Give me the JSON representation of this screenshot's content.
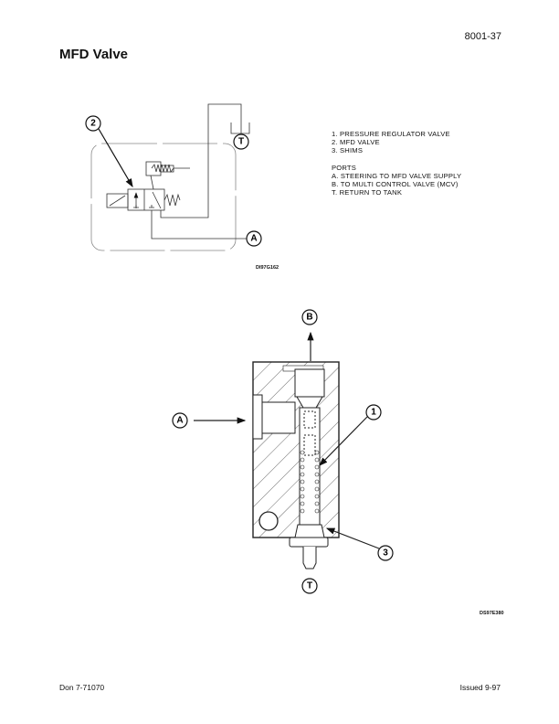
{
  "header": {
    "page_number": "8001-37",
    "title": "MFD Valve"
  },
  "legend": {
    "items": [
      "1.  PRESSURE REGULATOR VALVE",
      "2.  MFD VALVE",
      "3.  SHIMS"
    ],
    "ports_heading": "PORTS",
    "ports": [
      "A.  STEERING TO MFD VALVE SUPPLY",
      "B.  TO MULTI CONTROL VALVE (MCV)",
      "T.  RETURN TO TANK"
    ]
  },
  "figure1": {
    "id": "DI97G162",
    "callouts": {
      "valve": "2",
      "tank": "T",
      "supply": "A"
    }
  },
  "figure2": {
    "id": "DS97E380",
    "callouts": {
      "mcv": "B",
      "supply": "A",
      "regulator": "1",
      "shims": "3",
      "tank": "T"
    }
  },
  "footer": {
    "doc": "Don 7-71070",
    "issued": "Issued 9-97"
  }
}
